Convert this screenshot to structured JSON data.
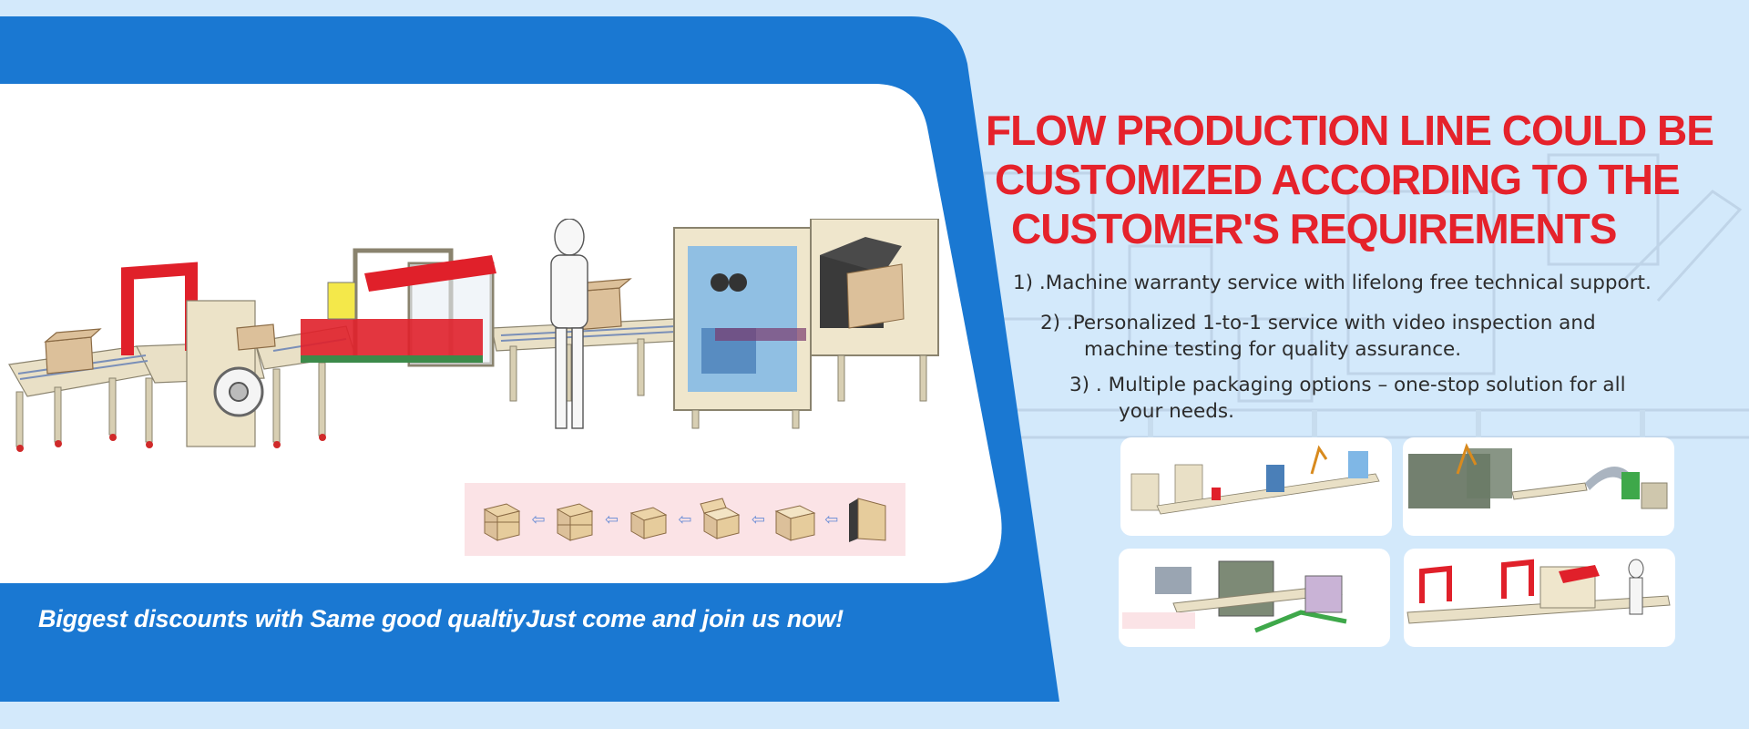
{
  "banner": {
    "headline": {
      "line1": "FLOW PRODUCTION LINE COULD BE",
      "line2": "CUSTOMIZED ACCORDING TO THE",
      "line3": "CUSTOMER'S REQUIREMENTS"
    },
    "features": [
      {
        "line1": "1) .Machine warranty service with lifelong free technical support."
      },
      {
        "line1": "2) .Personalized 1-to-1 service with video inspection and",
        "line2": "machine testing for quality assurance."
      },
      {
        "line1": "3) . Multiple packaging options – one-stop solution for all",
        "line2": "your needs."
      }
    ],
    "promo": "Biggest discounts with Same good qualtiyJust come and join us now!"
  },
  "colors": {
    "background": "#d3e9fb",
    "panel_blue": "#1a78d2",
    "headline_red": "#e5222b",
    "strip_pink": "#fbe3e6",
    "machine_beige": "#efe6cc",
    "machine_red": "#e0202a",
    "glass_blue": "#7fb7e6"
  },
  "icons": {
    "arrow": "⇦"
  }
}
